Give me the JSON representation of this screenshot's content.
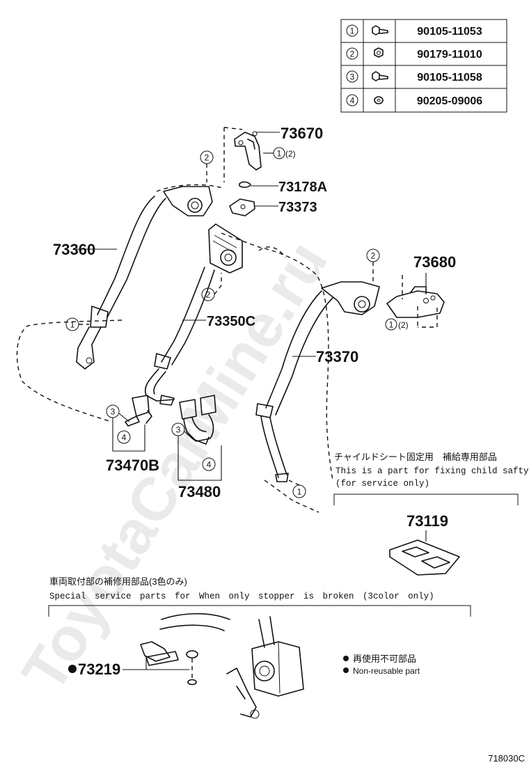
{
  "watermark": "ToyotaCarMine.ru",
  "fastener_table": [
    {
      "ref": "1",
      "part": "90105-11053",
      "icon": "bolt-icon"
    },
    {
      "ref": "2",
      "part": "90179-11010",
      "icon": "nut-icon"
    },
    {
      "ref": "3",
      "part": "90105-11058",
      "icon": "bolt-icon"
    },
    {
      "ref": "4",
      "part": "90205-09006",
      "icon": "washer-icon"
    }
  ],
  "parts": {
    "p73670": "73670",
    "p73178a": "73178A",
    "p73373": "73373",
    "p73360": "73360",
    "p73350c": "73350C",
    "p73680": "73680",
    "p73370": "73370",
    "p73470b": "73470B",
    "p73480": "73480",
    "p73119": "73119",
    "p73219": "73219"
  },
  "callouts": {
    "one": "1",
    "two": "2",
    "three": "3",
    "four": "4",
    "qty2": "(2)"
  },
  "notes": {
    "child_seat_jp": "チャイルドシート固定用　補給専用部品",
    "child_seat_en1": "This is a part for fixing child safty scat",
    "child_seat_en2": "(for service only)",
    "service_jp": "車両取付部の補修用部品(3色のみ)",
    "service_en": "Special　service　parts　for　When　only　stopper　is　broken　(3color　only)",
    "legend_jp": "再使用不可部品",
    "legend_en": "Non-reusable part"
  },
  "diagram_code": "718030C"
}
